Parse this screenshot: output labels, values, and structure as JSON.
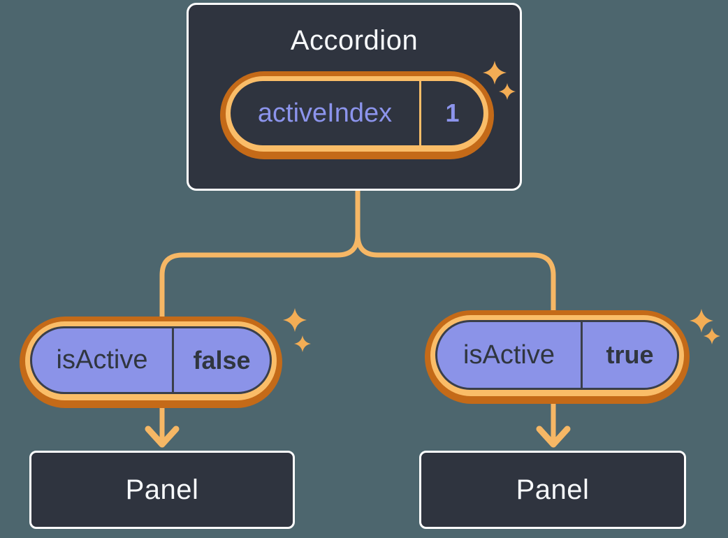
{
  "diagram": {
    "description": "Component tree: Accordion parent holding state, passing isActive props to two Panel children",
    "root": {
      "title": "Accordion",
      "state": {
        "label": "activeIndex",
        "value": "1"
      }
    },
    "children": [
      {
        "prop_label": "isActive",
        "prop_value": "false",
        "child_title": "Panel"
      },
      {
        "prop_label": "isActive",
        "prop_value": "true",
        "child_title": "Panel"
      }
    ]
  },
  "icons": {
    "sparkle": "four-point-star"
  },
  "colors": {
    "bg": "#4d666e",
    "node_bg": "#2f343f",
    "node_border": "#ffffff",
    "ring_dark": "#c46a18",
    "ring_light": "#fabd68",
    "connector": "#f6b765",
    "sparkle": "#f3ad55",
    "purple_fill": "#8b93e8",
    "purple_text": "#8c94ec",
    "dark_text": "#30363f",
    "outline_dark": "#3a3f4a",
    "text_light": "#f7f9fb"
  }
}
